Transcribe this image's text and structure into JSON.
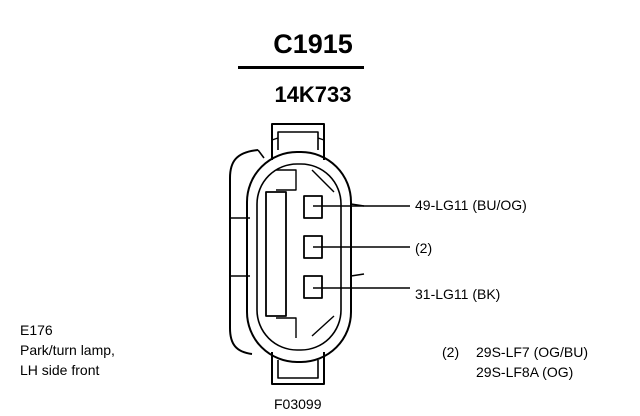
{
  "connector": {
    "id": "C1915",
    "part_number": "14K733"
  },
  "pins": [
    {
      "circuit": "49-LG11 (BU/OG)"
    },
    {
      "circuit": "(2)"
    },
    {
      "circuit": "31-LG11 (BK)"
    }
  ],
  "component": {
    "code": "E176",
    "name": "Park/turn lamp,",
    "location": "LH side front"
  },
  "note": {
    "ref": "(2)",
    "lines": [
      "29S-LF7 (OG/BU)",
      "29S-LF8A (OG)"
    ]
  },
  "figure_id": "F03099"
}
